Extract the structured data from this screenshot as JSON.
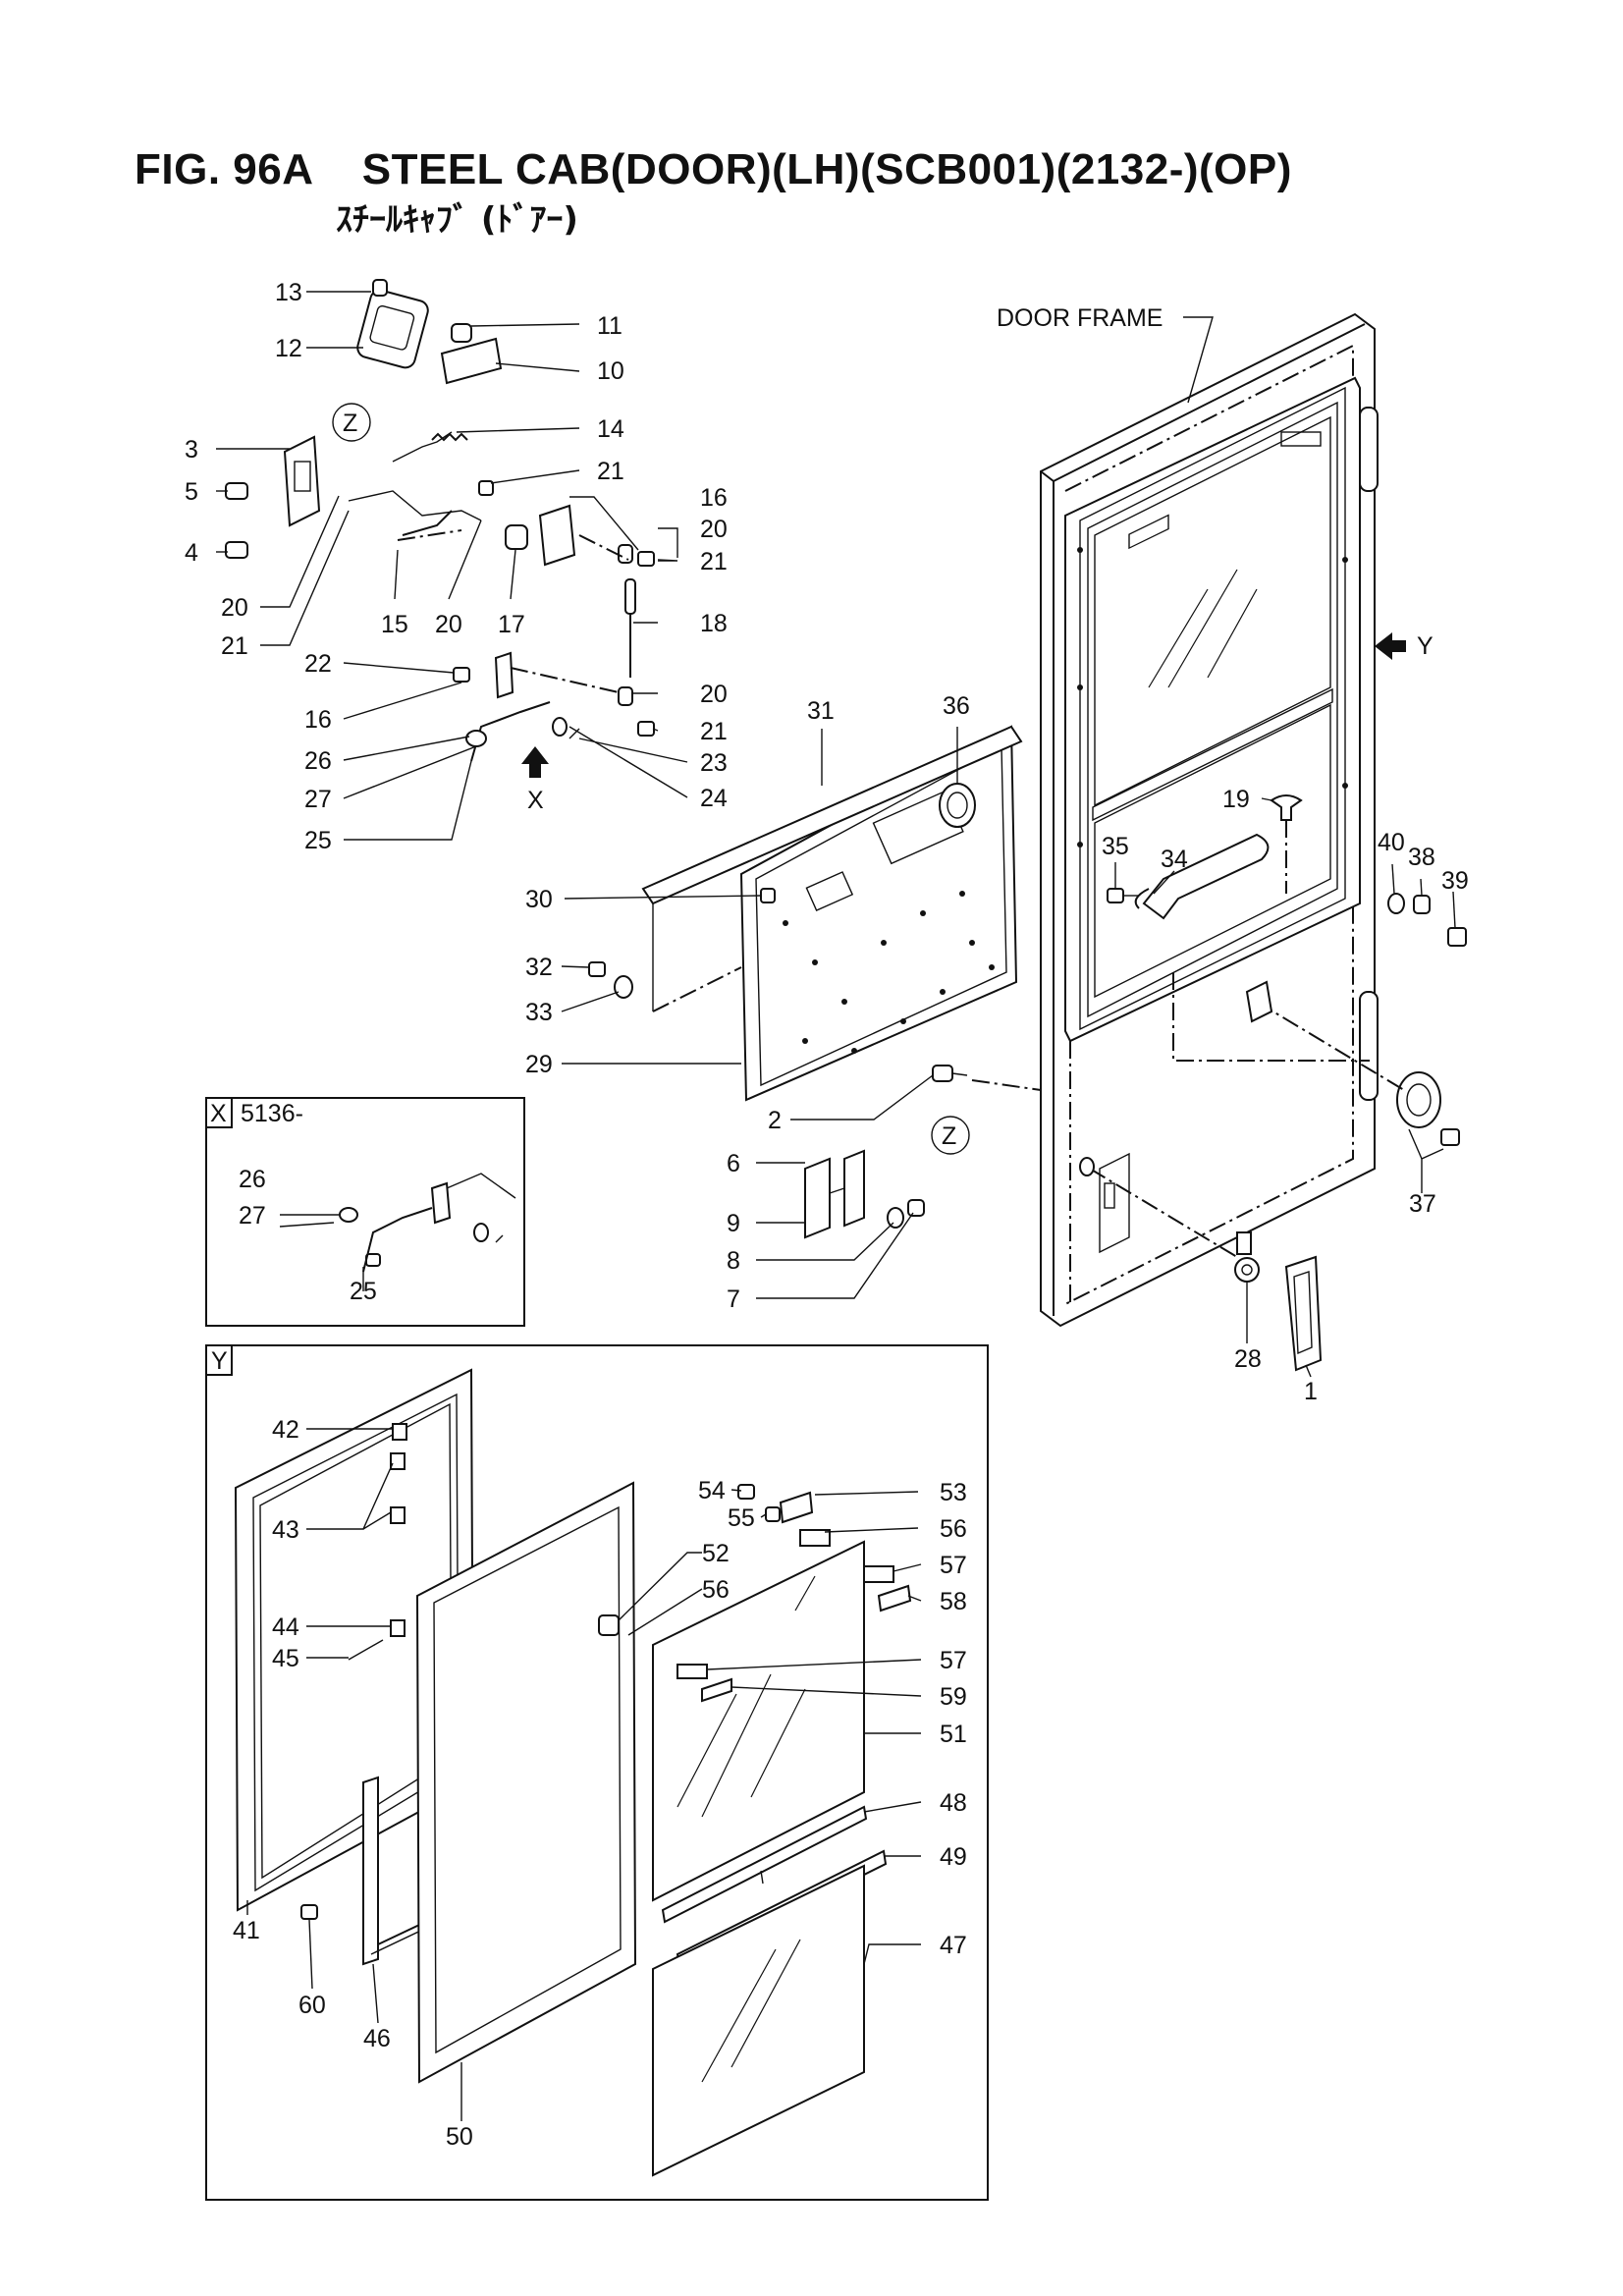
{
  "figure": {
    "title": "FIG. 96A    STEEL CAB(DOOR)(LH)(SCB001)(2132-)(OP)",
    "subtitle": "ｽﾁｰﾙｷｬﾌﾞ (ﾄﾞｱｰ)"
  },
  "labels": {
    "door_frame": "DOOR FRAME",
    "view_x": "X",
    "view_y": "Y",
    "view_z": "Z",
    "box_x_code": "5136-"
  },
  "part_numbers": {
    "p1": "1",
    "p2": "2",
    "p3": "3",
    "p4": "4",
    "p5": "5",
    "p6": "6",
    "p7": "7",
    "p8": "8",
    "p9": "9",
    "p10": "10",
    "p11": "11",
    "p12": "12",
    "p13": "13",
    "p14": "14",
    "p15": "15",
    "p16": "16",
    "p17": "17",
    "p18": "18",
    "p19": "19",
    "p20": "20",
    "p21": "21",
    "p22": "22",
    "p23": "23",
    "p24": "24",
    "p25": "25",
    "p26": "26",
    "p27": "27",
    "p28": "28",
    "p29": "29",
    "p30": "30",
    "p31": "31",
    "p32": "32",
    "p33": "33",
    "p34": "34",
    "p35": "35",
    "p36": "36",
    "p37": "37",
    "p38": "38",
    "p39": "39",
    "p40": "40",
    "p41": "41",
    "p42": "42",
    "p43": "43",
    "p44": "44",
    "p45": "45",
    "p46": "46",
    "p47": "47",
    "p48": "48",
    "p49": "49",
    "p50": "50",
    "p51": "51",
    "p52": "52",
    "p53": "53",
    "p54": "54",
    "p55": "55",
    "p56": "56",
    "p57": "57",
    "p58": "58",
    "p59": "59",
    "p60": "60"
  }
}
